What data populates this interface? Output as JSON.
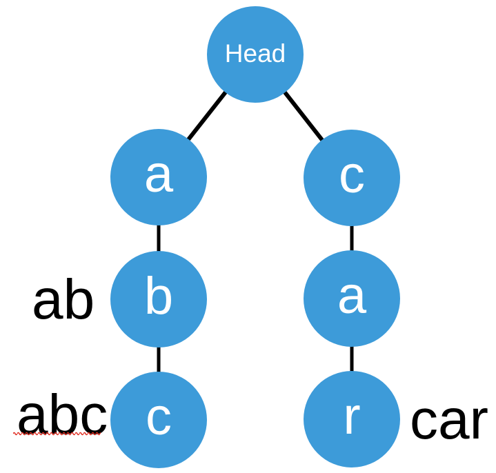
{
  "diagram": {
    "type": "trie-tree",
    "nodes": {
      "head": {
        "label": "Head"
      },
      "left_1": {
        "label": "a"
      },
      "left_2": {
        "label": "b"
      },
      "left_3": {
        "label": "c"
      },
      "right_1": {
        "label": "c"
      },
      "right_2": {
        "label": "a"
      },
      "right_3": {
        "label": "r"
      }
    },
    "edges": [
      {
        "from": "head",
        "to": "left_1"
      },
      {
        "from": "head",
        "to": "right_1"
      },
      {
        "from": "left_1",
        "to": "left_2"
      },
      {
        "from": "left_2",
        "to": "left_3"
      },
      {
        "from": "right_1",
        "to": "right_2"
      },
      {
        "from": "right_2",
        "to": "right_3"
      }
    ],
    "annotations": {
      "ab": "ab",
      "abc": "abc",
      "car": "car"
    },
    "colors": {
      "node_fill": "#3D9BD9",
      "node_text": "#FFFFFF",
      "edge": "#000000",
      "annotation_text": "#000000",
      "spellcheck_underline": "#E02B20"
    }
  }
}
